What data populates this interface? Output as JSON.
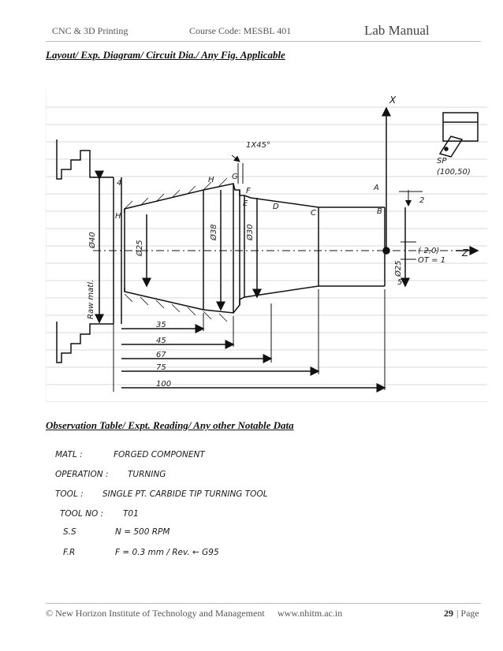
{
  "header": {
    "course": "CNC & 3D Printing",
    "code": "Course Code: MESBL 401",
    "manual": "Lab Manual"
  },
  "sections": {
    "layout_heading": "Layout/ Exp. Diagram/ Circuit Dia./ Any Fig. Applicable",
    "observation_heading": "Observation Table/ Expt. Reading/ Any other Notable Data"
  },
  "drawing": {
    "chamfer": "1X45°",
    "points": {
      "A": "A",
      "B": "B",
      "C": "C",
      "D": "D",
      "E": "E",
      "F": "F",
      "G": "G",
      "H": "H",
      "H2": "H"
    },
    "dia_raw": "Ø40",
    "raw_label": "Raw matl.",
    "dia_25": "Ø25",
    "dia_38": "Ø38",
    "dia_30": "Ø30",
    "dia_25r": "Ø25",
    "dim_2": "2",
    "dim_4": "4",
    "dim_5": "5",
    "lengths": [
      "35",
      "45",
      "67",
      "75",
      "100"
    ],
    "axis_x": "X",
    "axis_z": "Z",
    "sp_label": "SP",
    "sp_coord": "(100,50)",
    "offset": "OT = 1",
    "origin": "(-2,0)"
  },
  "notes": [
    {
      "key": "MATL :",
      "value": "FORGED  COMPONENT"
    },
    {
      "key": "OPERATION :",
      "value": "TURNING"
    },
    {
      "key": "TOOL :",
      "value": "SINGLE   PT. CARBIDE  TIP  TURNING  TOOL"
    },
    {
      "key": "TOOL  NO :",
      "value": "T01"
    },
    {
      "key": "S.S",
      "value": "N = 500 RPM"
    },
    {
      "key": "F.R",
      "value": "F = 0.3 mm / Rev.  ←  G95"
    }
  ],
  "footer": {
    "institute": "© New Horizon Institute of Technology and Management",
    "website": "www.nhitm.ac.in",
    "page_number": "29",
    "page_label": "| Page"
  }
}
